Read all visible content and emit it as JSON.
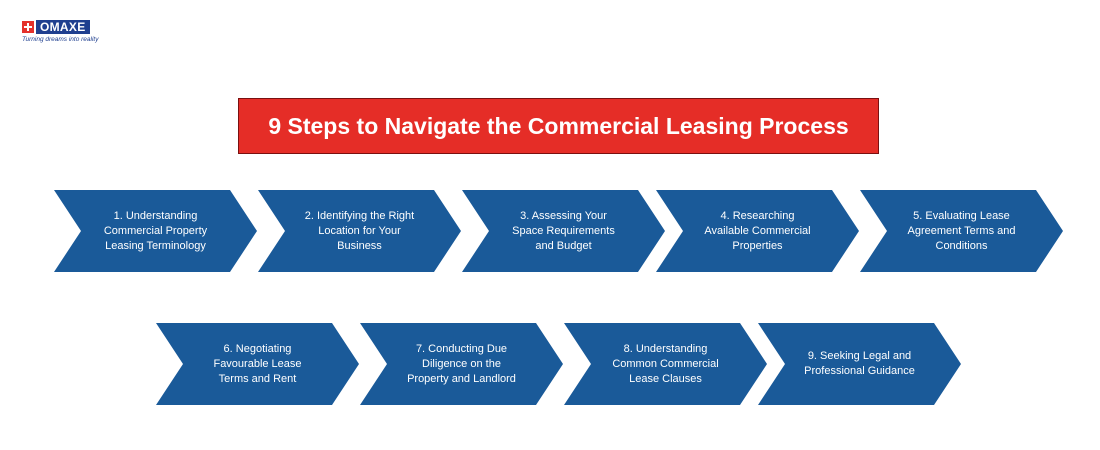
{
  "logo": {
    "brand": "OMAXE",
    "tagline": "Turning dreams into reality"
  },
  "title": "9 Steps to Navigate the Commercial Leasing Process",
  "steps": [
    {
      "label": "1. Understanding Commercial Property Leasing Terminology"
    },
    {
      "label": "2. Identifying the Right Location for Your Business"
    },
    {
      "label": "3. Assessing Your Space Requirements and Budget"
    },
    {
      "label": "4. Researching Available Commercial Properties"
    },
    {
      "label": "5. Evaluating Lease Agreement Terms and Conditions"
    },
    {
      "label": "6. Negotiating Favourable Lease Terms and Rent"
    },
    {
      "label": "7. Conducting Due Diligence on the Property and Landlord"
    },
    {
      "label": "8. Understanding Common Commercial Lease Clauses"
    },
    {
      "label": "9. Seeking Legal and Professional Guidance"
    }
  ],
  "colors": {
    "title_bg": "#e52d27",
    "step_bg": "#1a5a99",
    "brand_blue": "#1f3f8f",
    "brand_red": "#e4312b"
  }
}
